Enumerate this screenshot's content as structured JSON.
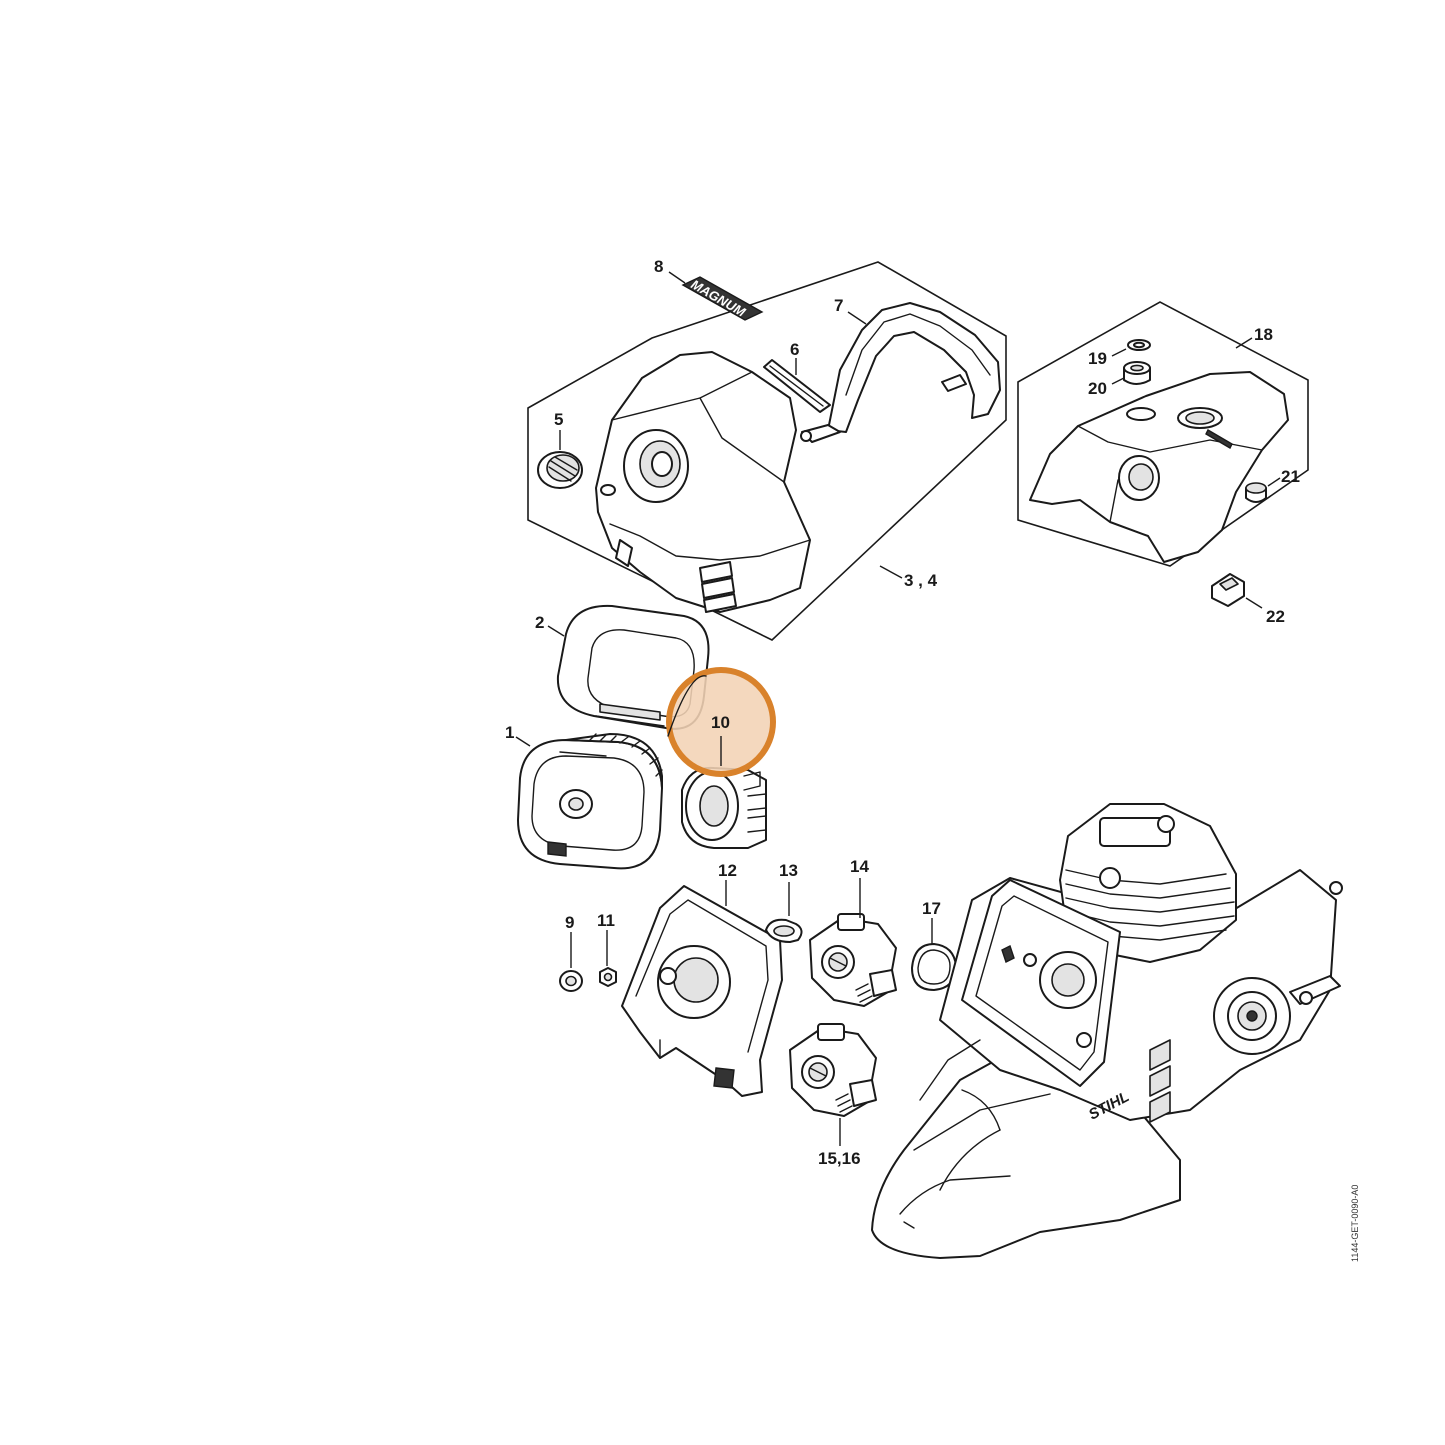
{
  "diagram": {
    "callouts": {
      "c1": "1",
      "c2": "2",
      "c3_4": "3 , 4",
      "c5": "5",
      "c6": "6",
      "c7": "7",
      "c8": "8",
      "c9": "9",
      "c10": "10",
      "c11": "11",
      "c12": "12",
      "c13": "13",
      "c14": "14",
      "c15_16": "15,16",
      "c17": "17",
      "c18": "18",
      "c19": "19",
      "c20": "20",
      "c21": "21",
      "c22": "22"
    },
    "highlighted_part": "10",
    "highlight_color": "#d9822b",
    "highlight_fill": "#f3d3b5",
    "reference_code": "1144-GET-0090-A0",
    "magnum_badge_text": "MAGNUM",
    "brand_mark": "STIHL"
  }
}
